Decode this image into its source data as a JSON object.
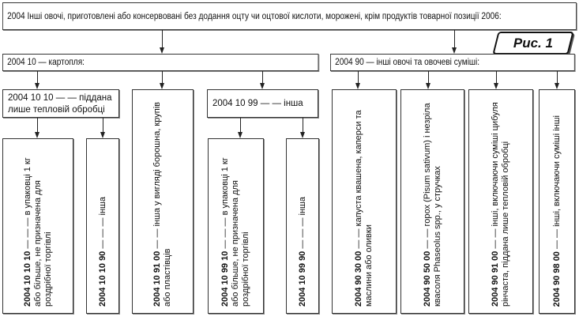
{
  "figure_label": "Рис. 1",
  "root": {
    "text": "2004 Інші овочі, приготовлені або консервовані без додання оцту чи оцтової кислоти, морожені, крім продуктів товарної позиції 2006:"
  },
  "groups": [
    {
      "text": "2004 10 — картопля:"
    },
    {
      "text": "2004 90 — інші овочі та овочеві суміші:"
    }
  ],
  "sub": [
    {
      "text": "2004 10 10 — — піддана лише тепловій обробці"
    },
    {
      "text": "2004 10 99 — — інша"
    }
  ],
  "leaves": [
    {
      "code": "2004 10 10 10",
      "text": " — — — в упаковці 1 кг або більше, не призначена для роздрібної торгівлі"
    },
    {
      "code": "2004 10 10 90",
      "text": " — — — інша"
    },
    {
      "code": "2004 10 91 00",
      "text": " — — інша у вигляді борошна, крупів або пластівців"
    },
    {
      "code": "2004 10 99 10",
      "text": " — — — в упаковці 1 кг або більше, не призначена для роздрібної торгівлі"
    },
    {
      "code": "2004 10 99 90",
      "text": " — — — інша"
    },
    {
      "code": "2004 90 30 00",
      "text": " — — капуста квашена, каперси та маслини або оливки"
    },
    {
      "code": "2004 90 50 00",
      "text": " — — горох (Pisum sativum) і незріла квасоля Phaseolus spp., у стручках"
    },
    {
      "code": "2004 90 91 00",
      "text": " — — інші, включаючи суміші цибуля рінчаста, піддана лише тепловій обробці"
    },
    {
      "code": "2004 90 98 00",
      "text": " — — інші, включаючи суміші інші"
    }
  ]
}
